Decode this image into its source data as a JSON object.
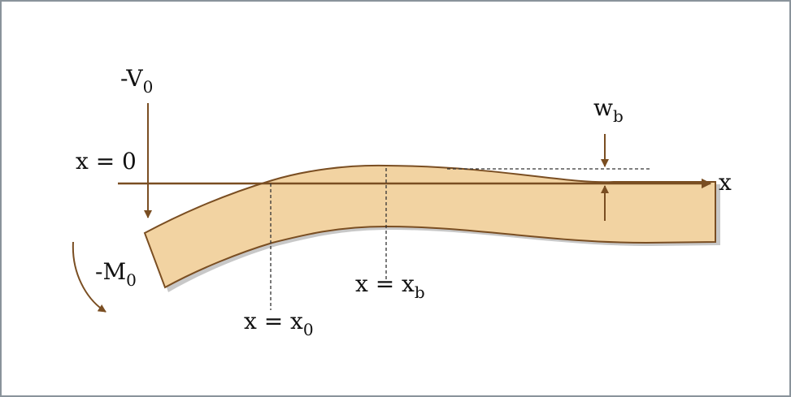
{
  "labels": {
    "shear": {
      "main": "-V",
      "sub": "0"
    },
    "moment": {
      "main": "-M",
      "sub": "0"
    },
    "origin": "x = 0",
    "x0": {
      "main": "x = x",
      "sub": "0"
    },
    "xb": {
      "main": "x = x",
      "sub": "b"
    },
    "wb": {
      "main": "w",
      "sub": "b"
    },
    "x_axis": "x"
  },
  "colors": {
    "beam_fill": "#f2d3a2",
    "beam_edge": "#7a4e22",
    "arrow": "#7a4e22",
    "shadow": "#c8c8c8",
    "frame": "#8a939b"
  }
}
